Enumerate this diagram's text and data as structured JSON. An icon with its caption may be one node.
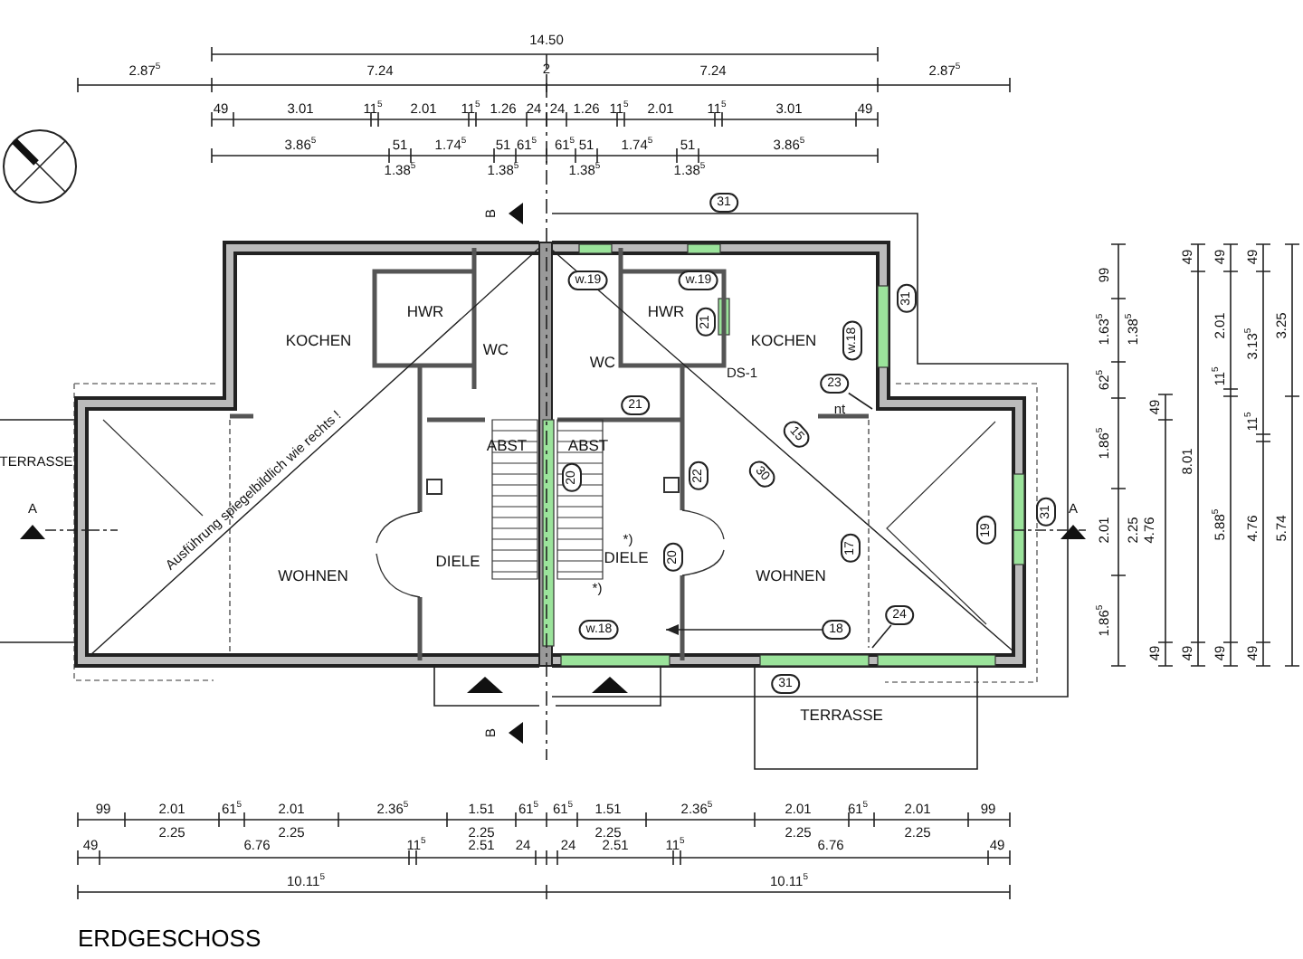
{
  "diagram": {
    "title": "ERDGESCHOSS",
    "nodes": [
      {
        "text": [
          "31"
        ]
      },
      {
        "text": [
          "w.19"
        ]
      },
      {
        "text": [
          "w.19"
        ]
      },
      {
        "text": [
          "31"
        ]
      },
      {
        "text": [
          "21"
        ]
      },
      {
        "text": [
          "w.18"
        ]
      },
      {
        "text": [
          "23"
        ]
      },
      {
        "text": [
          "21"
        ]
      },
      {
        "text": [
          "15"
        ]
      },
      {
        "text": [
          "30"
        ]
      },
      {
        "text": [
          "22"
        ]
      },
      {
        "text": [
          "20"
        ]
      },
      {
        "text": [
          "31"
        ]
      },
      {
        "text": [
          "19"
        ]
      },
      {
        "text": [
          "17"
        ]
      },
      {
        "text": [
          "20"
        ]
      },
      {
        "text": [
          "24"
        ]
      },
      {
        "text": [
          "w.18"
        ]
      },
      {
        "text": [
          "18"
        ]
      },
      {
        "text": [
          "31"
        ]
      }
    ],
    "edges": [
      {
        "from": 6,
        "to": null,
        "arrow": "none"
      },
      {
        "from": 16,
        "to": null,
        "arrow": "none"
      }
    ],
    "labels": [
      "14.50",
      "2.87$^{5}$",
      "7.24",
      "2",
      "7.24",
      "2.87$^{5}$",
      "49",
      "3.01",
      "11$^{5}$",
      "2.01",
      "11$^{5}$",
      "1.26",
      "24",
      "24",
      "1.26",
      "11$^{5}$",
      "2.01",
      "11$^{5}$",
      "3.01",
      "49",
      "3.86$^{5}$",
      "51",
      "1.74$^{5}$",
      "51",
      "61$^{5}$",
      "61$^{5}$",
      "51",
      "1.74$^{5}$",
      "51",
      "3.86$^{5}$",
      "1.38$^{5}$",
      "1.38$^{5}$",
      "1.38$^{5}$",
      "1.38$^{5}$",
      "B",
      "KOCHEN",
      "HWR",
      "WC",
      "HWR",
      "KOCHEN",
      "WC",
      "DS-1",
      "nt",
      "ABST",
      "ABST",
      "TERRASSE",
      "Ausführung spiegelbildlich wie rechts !",
      "A",
      "A",
      "*)",
      "DIELE",
      "DIELE",
      "WOHNEN",
      "WOHNEN",
      "*)",
      "TERRASSE",
      "B",
      "99",
      "1.63$^{5}$",
      "62$^{5}$",
      "1.86$^{5}$",
      "2.01",
      "1.86$^{5}$",
      "1.38$^{5}$",
      "2.25",
      "49",
      "4.76",
      "49",
      "49",
      "8.01",
      "49",
      "49",
      "2.01",
      "11$^{5}$",
      "5.88$^{5}$",
      "49",
      "49",
      "3.13$^{5}$",
      "11$^{5}$",
      "4.76",
      "49",
      "3.25",
      "5.74",
      "99",
      "2.01",
      "61$^{5}$",
      "2.01",
      "2.36$^{5}$",
      "1.51",
      "61$^{5}$",
      "61$^{5}$",
      "1.51",
      "2.36$^{5}$",
      "2.01",
      "61$^{5}$",
      "2.01",
      "99",
      "2.25",
      "2.25",
      "2.25",
      "2.25",
      "2.25",
      "2.25",
      "49",
      "6.76",
      "11$^{5}$",
      "2.51",
      "24",
      "24",
      "2.51",
      "11$^{5}$",
      "6.76",
      "49",
      "10.11$^{5}$",
      "10.11$^{5}$"
    ]
  }
}
